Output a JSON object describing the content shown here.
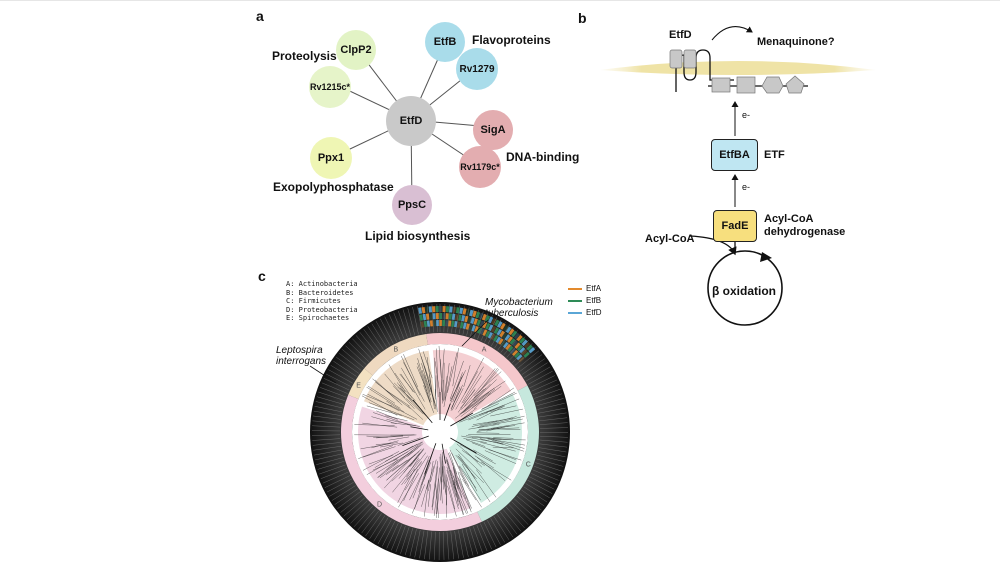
{
  "panels": {
    "a": "a",
    "b": "b",
    "c": "c"
  },
  "network": {
    "center": {
      "label": "EtfD",
      "color": "#c9c9c9"
    },
    "nodes": [
      {
        "id": "clpp2",
        "label": "ClpP2",
        "color": "#e2f3c5"
      },
      {
        "id": "rv1215c",
        "label": "Rv1215c*",
        "color": "#e6f4c9"
      },
      {
        "id": "etfb",
        "label": "EtfB",
        "color": "#a9dcea"
      },
      {
        "id": "rv1279",
        "label": "Rv1279",
        "color": "#a9dcea"
      },
      {
        "id": "siga",
        "label": "SigA",
        "color": "#e3adb0"
      },
      {
        "id": "rv1179c",
        "label": "Rv1179c*",
        "color": "#e3adb0"
      },
      {
        "id": "ppx1",
        "label": "Ppx1",
        "color": "#eff6b4"
      },
      {
        "id": "ppsc",
        "label": "PpsC",
        "color": "#d9bfd3"
      }
    ],
    "groups": {
      "proteolysis": "Proteolysis",
      "flavoproteins": "Flavoproteins",
      "dna_binding": "DNA-binding",
      "exopolyphosphatase": "Exopolyphosphatase",
      "lipid": "Lipid biosynthesis"
    }
  },
  "pathway": {
    "etfd": "EtfD",
    "menaquinone": "Menaquinone?",
    "electron1": "e-",
    "etfba": "EtfBA",
    "etf": "ETF",
    "electron2": "e-",
    "fade": "FadE",
    "acylcoa_dh": [
      "Acyl-CoA",
      "dehydrogenase"
    ],
    "acylcoa": "Acyl-CoA",
    "beta_ox": "β oxidation",
    "colors": {
      "membrane": "#f0e6b0",
      "etfba": "#bfe6f2",
      "fade": "#f7df7e",
      "protein": "#c8c8c8"
    }
  },
  "tree": {
    "legend": [
      "A: Actinobacteria",
      "B: Bacteroidetes",
      "C: Firmicutes",
      "D: Proteobacteria",
      "E: Spirochaetes"
    ],
    "gene_legend": [
      {
        "label": "EtfA",
        "color": "#e38a2d"
      },
      {
        "label": "EtfB",
        "color": "#2e8b57"
      },
      {
        "label": "EtfD",
        "color": "#5aa6d6"
      }
    ],
    "mycobacterium": [
      "Mycobacterium",
      "tuberculosis"
    ],
    "leptospira": [
      "Leptospira",
      "interrogans"
    ],
    "clades": [
      {
        "letter": "A",
        "color": "#f5c7cb"
      },
      {
        "letter": "B",
        "color": "#efd9c0"
      },
      {
        "letter": "C",
        "color": "#c6e8dd"
      },
      {
        "letter": "D",
        "color": "#f3cedd"
      },
      {
        "letter": "E",
        "color": "#f3e1c1"
      }
    ]
  }
}
